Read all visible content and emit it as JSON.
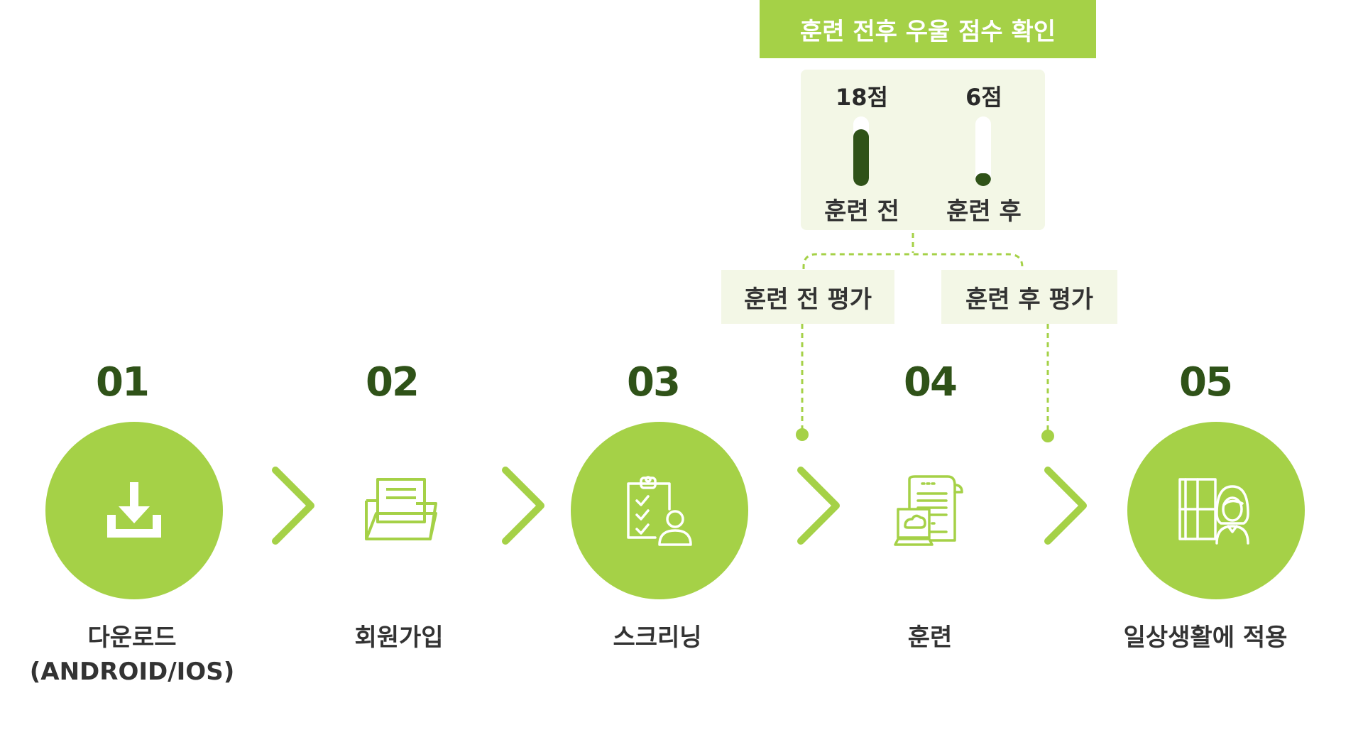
{
  "header": {
    "title": "훈련 전후 우울 점수 확인"
  },
  "scores": {
    "before": {
      "value": "18점",
      "label": "훈련 전",
      "fill": 0.82
    },
    "after": {
      "value": "6점",
      "label": "훈련 후",
      "fill": 0.18
    }
  },
  "evaluations": {
    "pre": "훈련 전 평가",
    "post": "훈련 후 평가"
  },
  "steps": [
    {
      "num": "01",
      "label_line1": "다운로드",
      "label_line2": "(ANDROID/IOS)",
      "icon": "download-icon"
    },
    {
      "num": "02",
      "label_line1": "회원가입",
      "icon": "folder-form-icon"
    },
    {
      "num": "03",
      "label_line1": "스크리닝",
      "icon": "clipboard-checklist-icon"
    },
    {
      "num": "04",
      "label_line1": "훈련",
      "icon": "laptop-document-icon"
    },
    {
      "num": "05",
      "label_line1": "일상생활에 적용",
      "icon": "woman-window-icon"
    }
  ],
  "colors": {
    "accent": "#a5d147",
    "dark_green": "#2f5218",
    "panel_bg": "#f3f7e6",
    "text": "#333333"
  }
}
